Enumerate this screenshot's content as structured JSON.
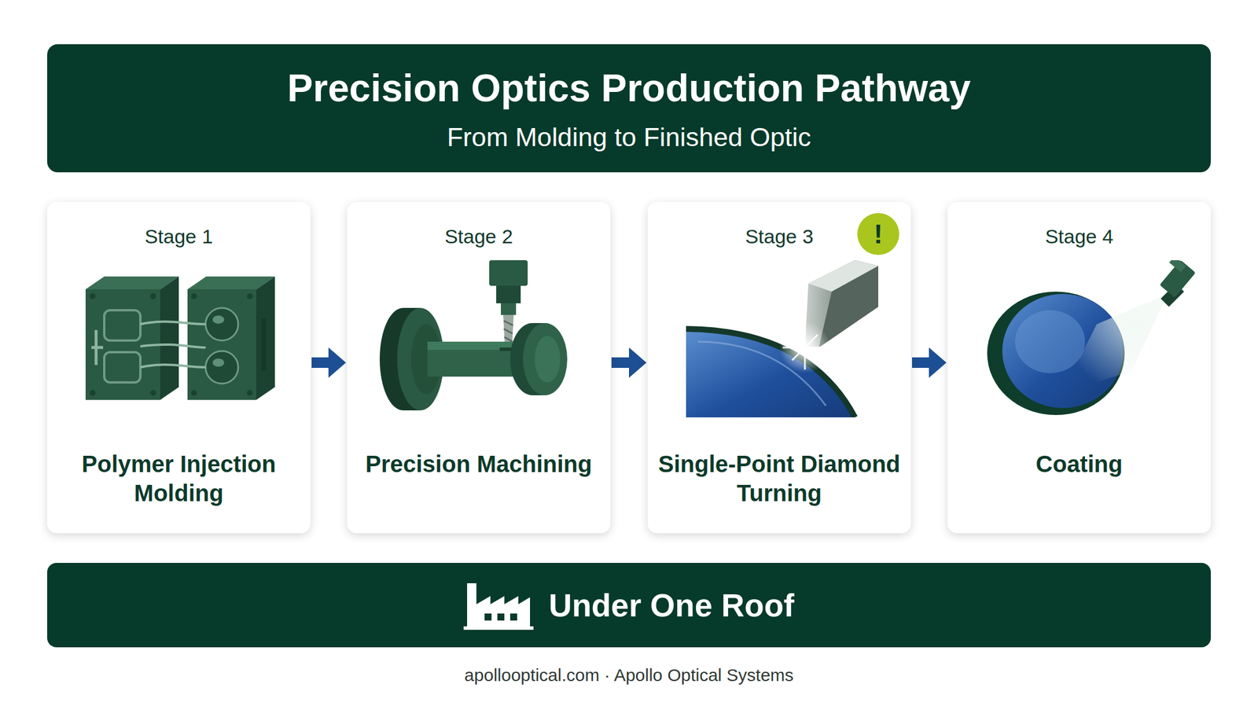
{
  "diagram": {
    "title": "Precision Optics Production Pathway",
    "caption": "apollooptical.com · Apollo Optical Systems",
    "nodes": [
      {
        "text": [
          "Stage 1",
          "Polymer Injection Molding"
        ]
      },
      {
        "text": [
          "Stage 2",
          "Precision Machining"
        ]
      },
      {
        "text": [
          "Stage 3",
          "Single-Point Diamond Turning"
        ]
      },
      {
        "text": [
          "Stage 4",
          "Coating"
        ]
      },
      {
        "text": [
          "Under One Roof"
        ]
      }
    ],
    "edges": [
      {
        "from": 0,
        "to": 1,
        "arrow": "to"
      },
      {
        "from": 1,
        "to": 2,
        "arrow": "to"
      },
      {
        "from": 2,
        "to": 3,
        "arrow": "to"
      }
    ],
    "labels": [
      "From Molding to Finished Optic",
      "!"
    ]
  }
}
